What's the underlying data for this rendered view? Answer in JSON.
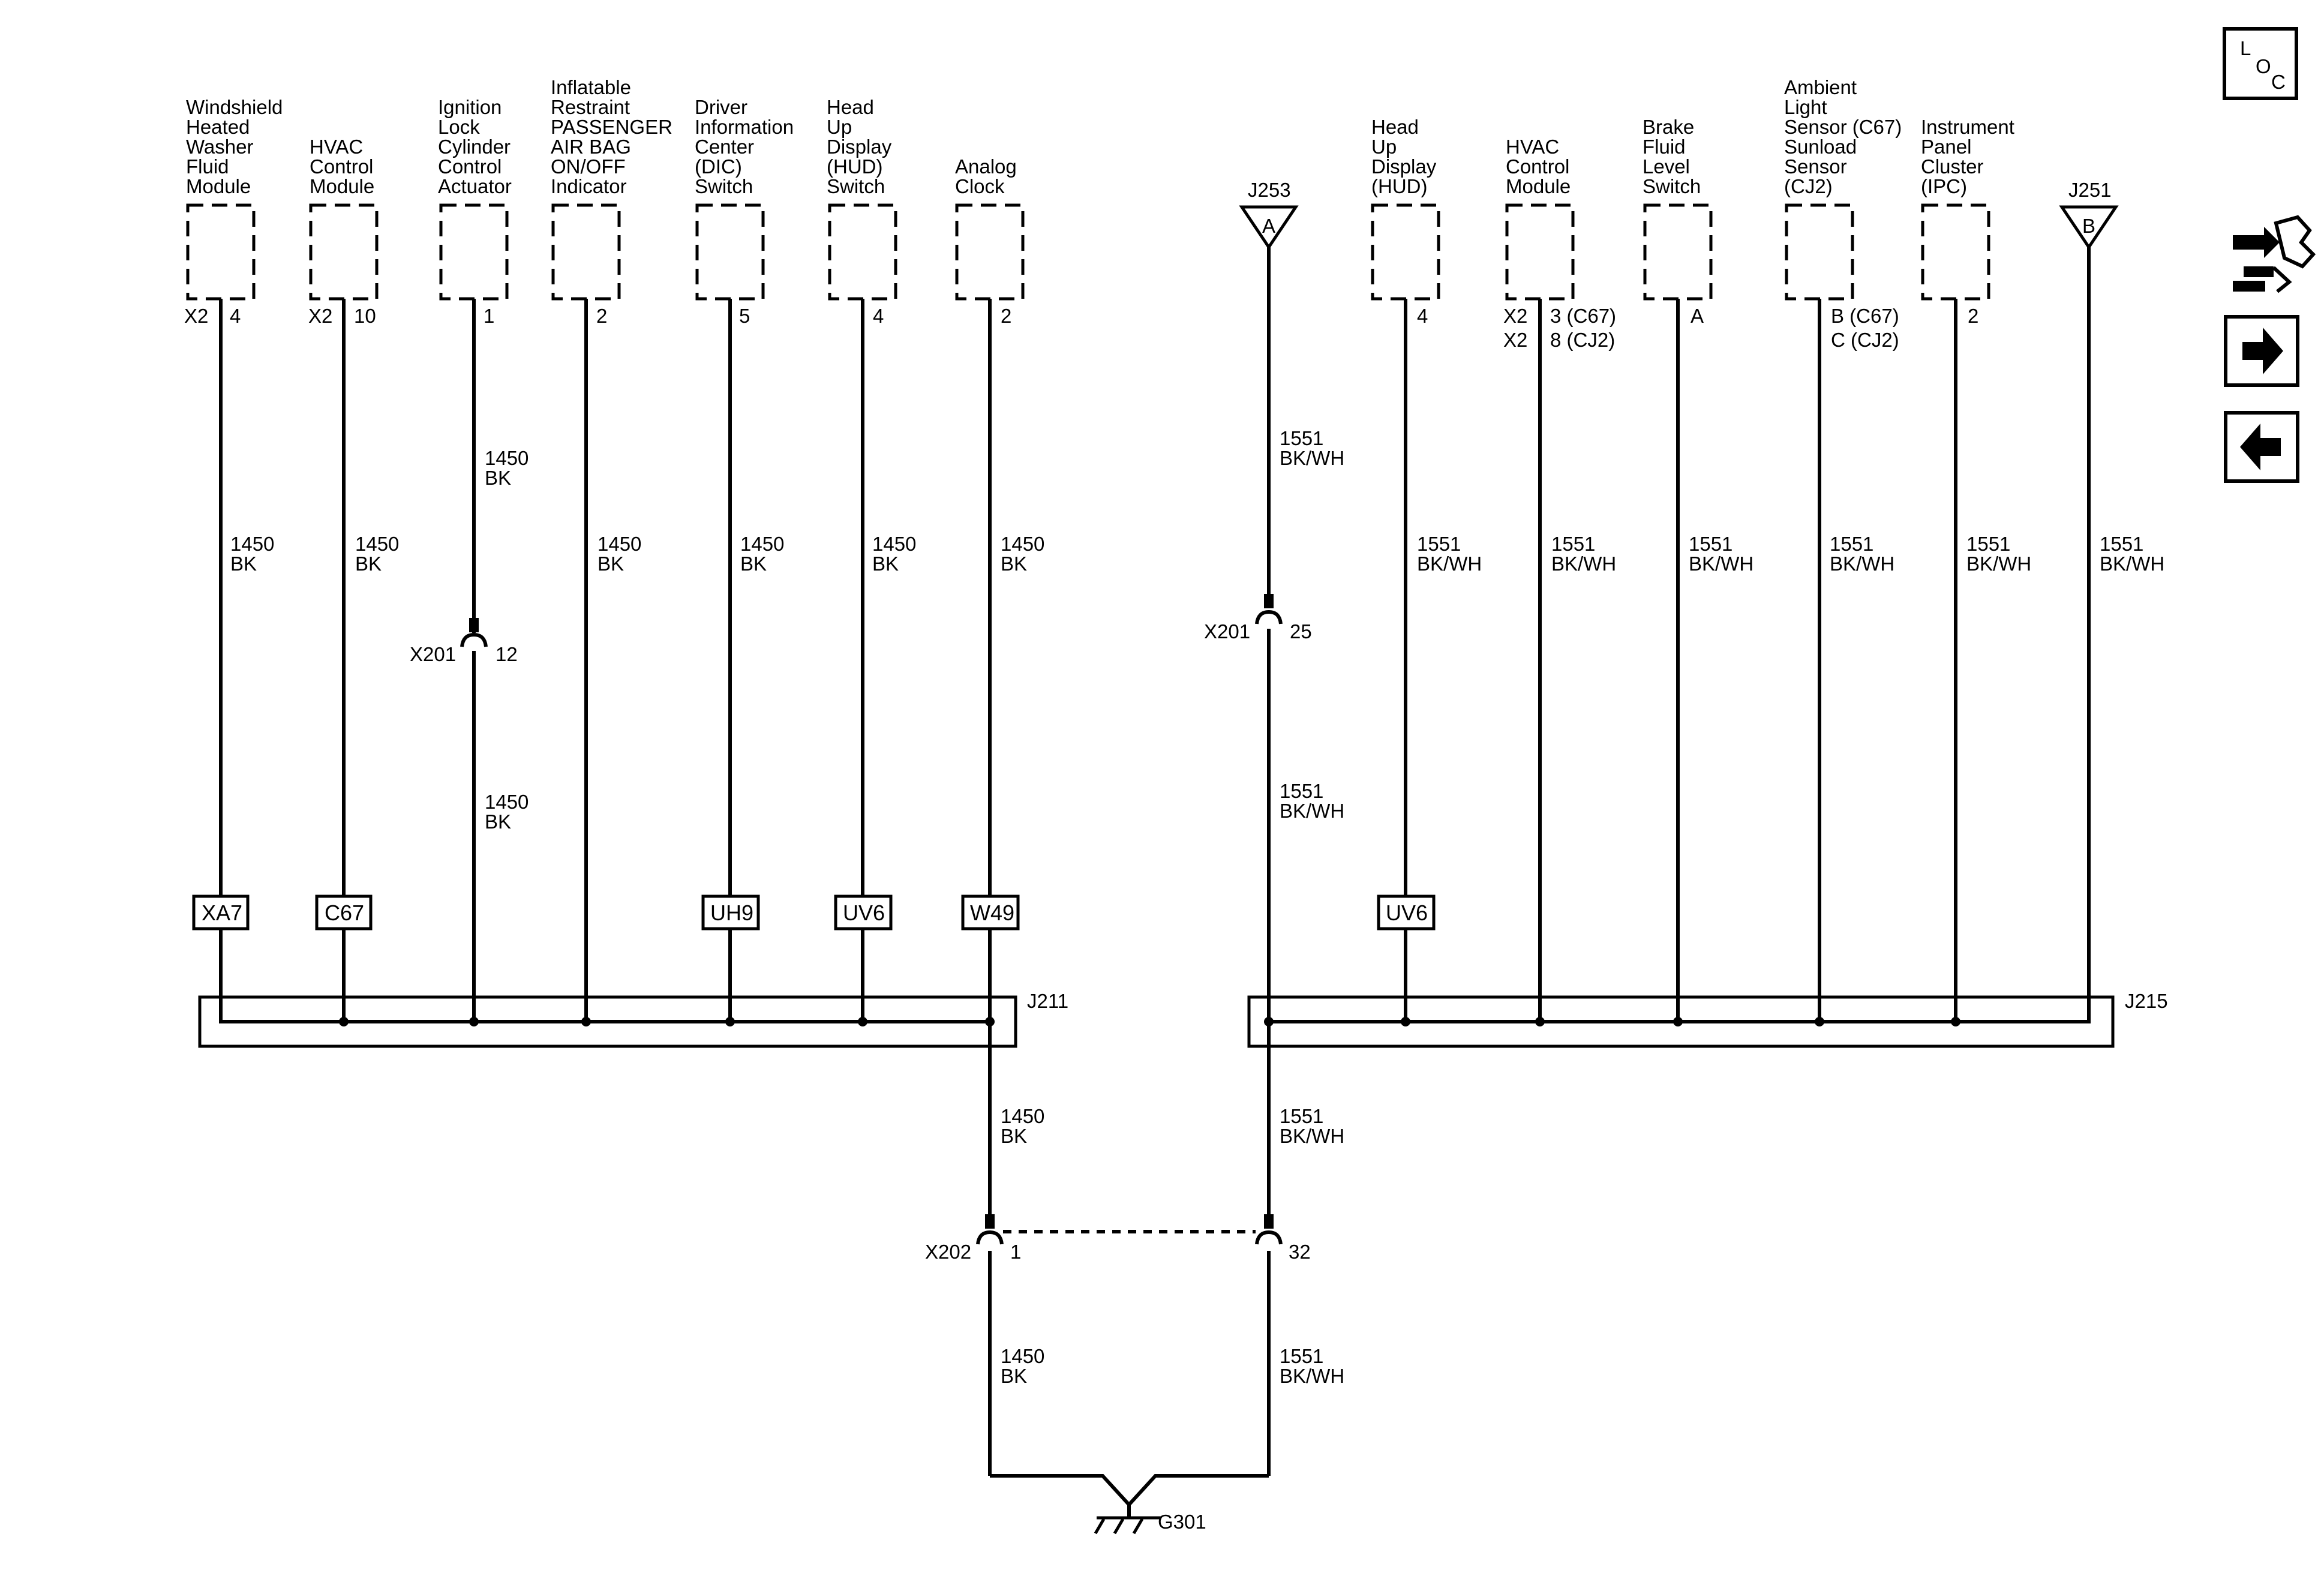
{
  "components": [
    {
      "name": [
        "Windshield",
        "Heated",
        "Washer",
        "Fluid",
        "Module"
      ],
      "conn": "X2",
      "pin": "4"
    },
    {
      "name": [
        "HVAC",
        "Control",
        "Module"
      ],
      "conn": "X2",
      "pin": "10"
    },
    {
      "name": [
        "Ignition",
        "Lock",
        "Cylinder",
        "Control",
        "Actuator"
      ],
      "conn": "",
      "pin": "1"
    },
    {
      "name": [
        "Inflatable",
        "Restraint",
        "PASSENGER",
        "AIR BAG",
        "ON/OFF",
        "Indicator"
      ],
      "conn": "",
      "pin": "2"
    },
    {
      "name": [
        "Driver",
        "Information",
        "Center",
        "(DIC)",
        "Switch"
      ],
      "conn": "",
      "pin": "5"
    },
    {
      "name": [
        "Head",
        "Up",
        "Display",
        "(HUD)",
        "Switch"
      ],
      "conn": "",
      "pin": "4"
    },
    {
      "name": [
        "Analog",
        "Clock"
      ],
      "conn": "",
      "pin": "2"
    },
    {
      "name": [
        "Head",
        "Up",
        "Display",
        "(HUD)"
      ],
      "conn": "",
      "pin": "4"
    },
    {
      "name": [
        "HVAC",
        "Control",
        "Module"
      ],
      "conn": "X2",
      "pin": "3 (C67)",
      "conn2": "X2",
      "pin2": "8 (CJ2)"
    },
    {
      "name": [
        "Brake",
        "Fluid",
        "Level",
        "Switch"
      ],
      "conn": "",
      "pin": "A"
    },
    {
      "name": [
        "Ambient",
        "Light",
        "Sensor (C67)",
        "Sunload",
        "Sensor",
        "(CJ2)"
      ],
      "conn": "",
      "pin": "B (C67)",
      "pin2": "C (CJ2)"
    },
    {
      "name": [
        "Instrument",
        "Panel",
        "Cluster",
        "(IPC)"
      ],
      "conn": "",
      "pin": "2"
    }
  ],
  "refs": [
    {
      "id": "J253",
      "letter": "A"
    },
    {
      "id": "J251",
      "letter": "B"
    }
  ],
  "wires": {
    "bk_circuit": "1450",
    "bk_color": "BK",
    "bkwh_circuit": "1551",
    "bkwh_color": "BK/WH"
  },
  "options": [
    "XA7",
    "C67",
    "UH9",
    "UV6",
    "W49",
    "UV6"
  ],
  "splices": {
    "left": "J211",
    "right": "J215"
  },
  "inline": {
    "x201_left": "X201",
    "x201_left_pin": "12",
    "x201_right": "X201",
    "x201_right_pin": "25",
    "x202": "X202",
    "x202_left_pin": "1",
    "x202_right_pin": "32"
  },
  "ground": "G301",
  "nav": {
    "loc_l": "L",
    "loc_o": "O",
    "loc_c": "C"
  }
}
